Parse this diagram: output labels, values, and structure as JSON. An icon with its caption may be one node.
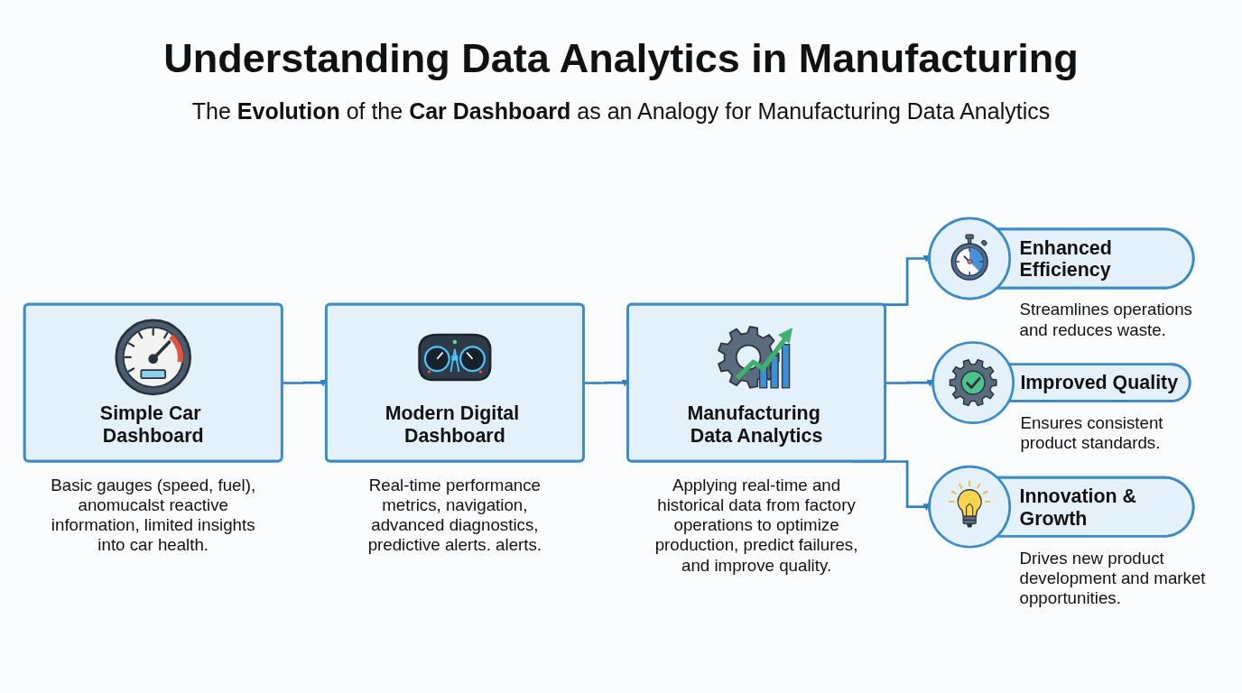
{
  "diagram": {
    "title": "Understanding Data Analytics in Manufacturing",
    "caption": "The **Evolution** of the **Car Dashboard** as an Analogy for Manufacturing Data Analytics",
    "nodes": [
      {
        "text": [
          "Simple Car Dashboard"
        ],
        "beside": [
          "Basic gauges (speed, fuel), anomucalst reactive information, limited insights into car health."
        ]
      },
      {
        "text": [
          "Modern Digital Dashboard"
        ],
        "beside": [
          "Real-time performance metrics, navigation, advanced diagnostics, predictive alerts. alerts."
        ]
      },
      {
        "text": [
          "Manufacturing Data Analytics"
        ],
        "beside": [
          "Applying real-time and historical data from factory operations to optimize production, predict failures, and improve quality."
        ]
      },
      {
        "text": [
          "Enhanced Efficiency"
        ],
        "beside": [
          "Streamlines operations and reduces waste."
        ]
      },
      {
        "text": [
          "Improved Quality"
        ],
        "beside": [
          "Ensures consistent product standards."
        ]
      },
      {
        "text": [
          "Innovation & Growth"
        ],
        "beside": [
          "Drives new product development and market opportunities."
        ]
      }
    ],
    "edges": [
      {
        "from": 0,
        "to": 1,
        "arrow": "to"
      },
      {
        "from": 1,
        "to": 2,
        "arrow": "to"
      },
      {
        "from": 2,
        "to": 3,
        "arrow": "to"
      },
      {
        "from": 2,
        "to": 4,
        "arrow": "to"
      },
      {
        "from": 2,
        "to": 5,
        "arrow": "to"
      }
    ]
  }
}
